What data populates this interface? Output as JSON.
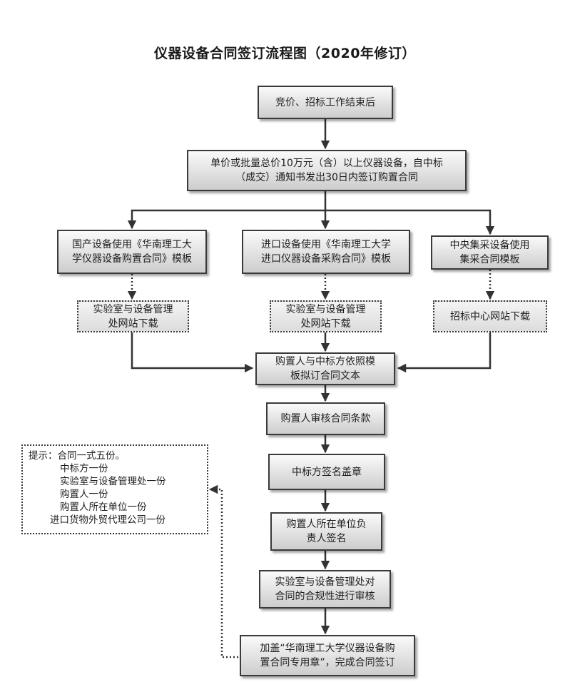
{
  "title": "仪器设备合同签订流程图（2020年修订）",
  "nodes": {
    "start": "竞价、招标工作结束后",
    "rule": "单价或批量总价10万元（含）以上仪器设备，自中标\n（成交）通知书发出30日内签订购置合同",
    "domestic": "国产设备使用《华南理工大\n学仪器设备购置合同》模板",
    "import": "进口设备使用《华南理工大学\n进口仪器设备采购合同》模板",
    "central": "中央集采设备使用\n集采合同模板",
    "download_lab1": "实验室与设备管理\n处网站下载",
    "download_lab2": "实验室与设备管理\n处网站下载",
    "download_center": "招标中心网站下载",
    "draft": "购置人与中标方依照模\n板拟订合同文本",
    "review": "购置人审核合同条款",
    "winner_sign": "中标方签名盖章",
    "unit_sign": "购置人所在单位负\n责人签名",
    "compliance": "实验室与设备管理处对\n合同的合规性进行审核",
    "seal": "加盖“华南理工大学仪器设备购\n置合同专用章”，完成合同签订"
  },
  "note": {
    "label": "提示：",
    "first": "合同一式五份。",
    "items": [
      "中标方一份",
      "实验室与设备管理处一份",
      "购置人一份",
      "购置人所在单位一份",
      "进口货物外贸代理公司一份"
    ]
  }
}
